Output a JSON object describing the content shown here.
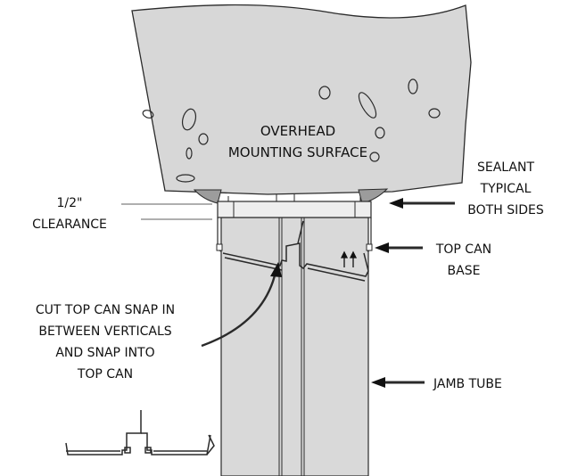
{
  "labels": {
    "overhead_line1": "OVERHEAD",
    "overhead_line2": "MOUNTING SURFACE",
    "sealant_line1": "SEALANT",
    "sealant_line2": "TYPICAL",
    "sealant_line3": "BOTH SIDES",
    "clearance_line1": "1/2\"",
    "clearance_line2": "CLEARANCE",
    "topcan_line1": "TOP CAN",
    "topcan_line2": "BASE",
    "cut_line1": "CUT TOP CAN SNAP IN",
    "cut_line2": "BETWEEN VERTICALS",
    "cut_line3": "AND SNAP INTO",
    "cut_line4": "TOP CAN",
    "jamb": "JAMB TUBE"
  },
  "colors": {
    "surface_fill": "#d7d7d7",
    "tube_fill": "#d9d9d9",
    "sealant_fill": "#9c9c9c",
    "line": "#2a2a2a"
  }
}
